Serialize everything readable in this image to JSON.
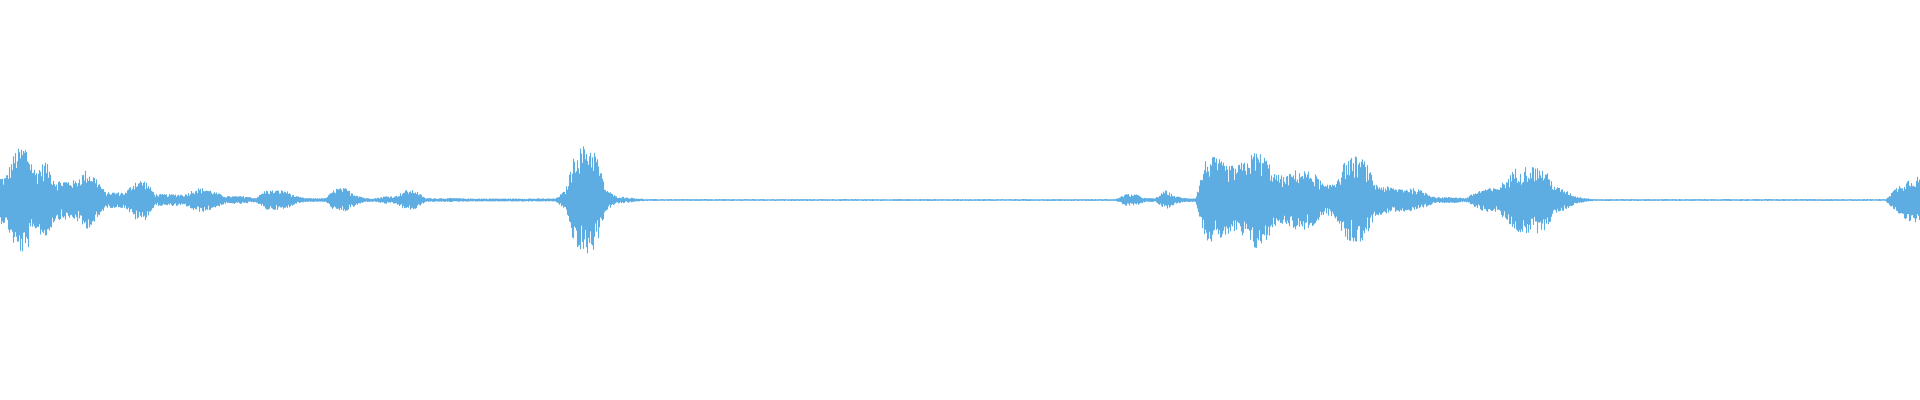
{
  "chart_data": {
    "type": "area",
    "title": "",
    "xlabel": "",
    "ylabel": "",
    "ylim": [
      -1,
      1
    ],
    "grid": false,
    "color": "#5dade2",
    "bucket_count": 192,
    "amplitude_envelope": [
      0.12,
      0.25,
      0.28,
      0.15,
      0.2,
      0.1,
      0.1,
      0.1,
      0.15,
      0.12,
      0.04,
      0.04,
      0.04,
      0.1,
      0.1,
      0.03,
      0.03,
      0.03,
      0.03,
      0.06,
      0.06,
      0.04,
      0.02,
      0.02,
      0.02,
      0.01,
      0.05,
      0.05,
      0.05,
      0.02,
      0.01,
      0.01,
      0.01,
      0.06,
      0.06,
      0.03,
      0.01,
      0.01,
      0.02,
      0.02,
      0.05,
      0.05,
      0.01,
      0.01,
      0.01,
      0.01,
      0.008,
      0.008,
      0.008,
      0.008,
      0.008,
      0.008,
      0.008,
      0.008,
      0.008,
      0.008,
      0.05,
      0.25,
      0.28,
      0.25,
      0.06,
      0.02,
      0.015,
      0.01,
      0.005,
      0.005,
      0.005,
      0.005,
      0.005,
      0.005,
      0.005,
      0.005,
      0.005,
      0.005,
      0.005,
      0.005,
      0.005,
      0.005,
      0.005,
      0.005,
      0.005,
      0.005,
      0.005,
      0.005,
      0.005,
      0.005,
      0.005,
      0.005,
      0.005,
      0.005,
      0.005,
      0.005,
      0.005,
      0.005,
      0.005,
      0.005,
      0.005,
      0.005,
      0.005,
      0.005,
      0.005,
      0.005,
      0.005,
      0.005,
      0.005,
      0.005,
      0.005,
      0.005,
      0.005,
      0.005,
      0.005,
      0.005,
      0.03,
      0.03,
      0.01,
      0.01,
      0.05,
      0.02,
      0.01,
      0.01,
      0.2,
      0.22,
      0.18,
      0.17,
      0.2,
      0.25,
      0.22,
      0.13,
      0.12,
      0.15,
      0.15,
      0.13,
      0.07,
      0.1,
      0.2,
      0.22,
      0.2,
      0.08,
      0.07,
      0.06,
      0.06,
      0.06,
      0.04,
      0.015,
      0.015,
      0.015,
      0.01,
      0.04,
      0.06,
      0.06,
      0.1,
      0.16,
      0.17,
      0.17,
      0.15,
      0.07,
      0.05,
      0.02,
      0.01,
      0.005,
      0.005,
      0.005,
      0.005,
      0.005,
      0.005,
      0.005,
      0.005,
      0.005,
      0.005,
      0.005,
      0.005,
      0.005,
      0.005,
      0.005,
      0.005,
      0.005,
      0.005,
      0.005,
      0.005,
      0.005,
      0.005,
      0.005,
      0.005,
      0.005,
      0.005,
      0.005,
      0.005,
      0.005,
      0.005,
      0.06,
      0.1,
      0.12
    ]
  }
}
